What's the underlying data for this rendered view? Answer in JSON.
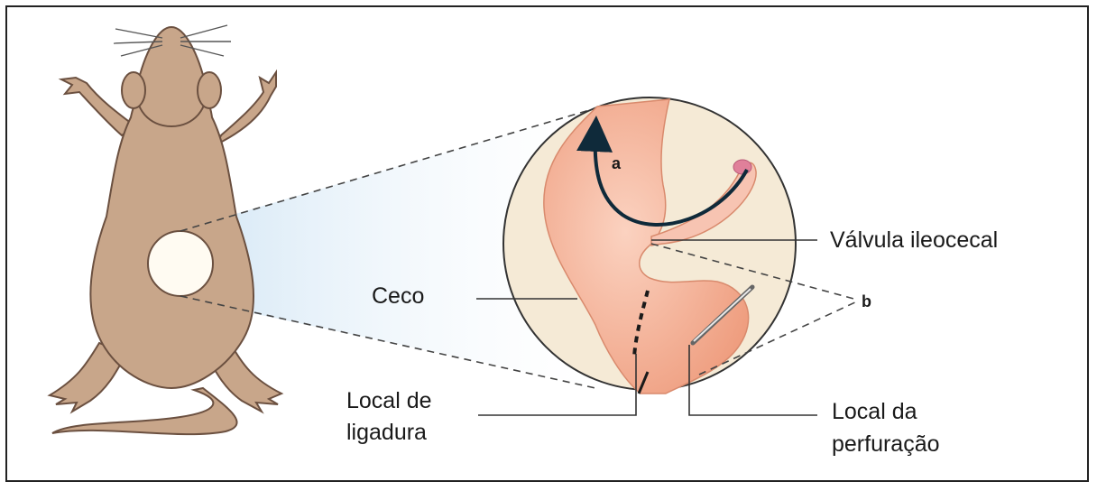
{
  "labels": {
    "ceco": "Ceco",
    "valvula": "Válvula ileocecal",
    "local_ligadura_1": "Local de",
    "local_ligadura_2": "ligadura",
    "local_perfuracao_1": "Local da",
    "local_perfuracao_2": "perfuração",
    "a": "a",
    "b": "b"
  },
  "colors": {
    "rat_body": "#c8a68a",
    "rat_outline": "#6b5040",
    "inset_bg": "#f5ead6",
    "cecum": "#f2a98c",
    "intestine": "#f7c4b2",
    "arrow": "#0f2a3a",
    "guide_line": "#333333"
  }
}
